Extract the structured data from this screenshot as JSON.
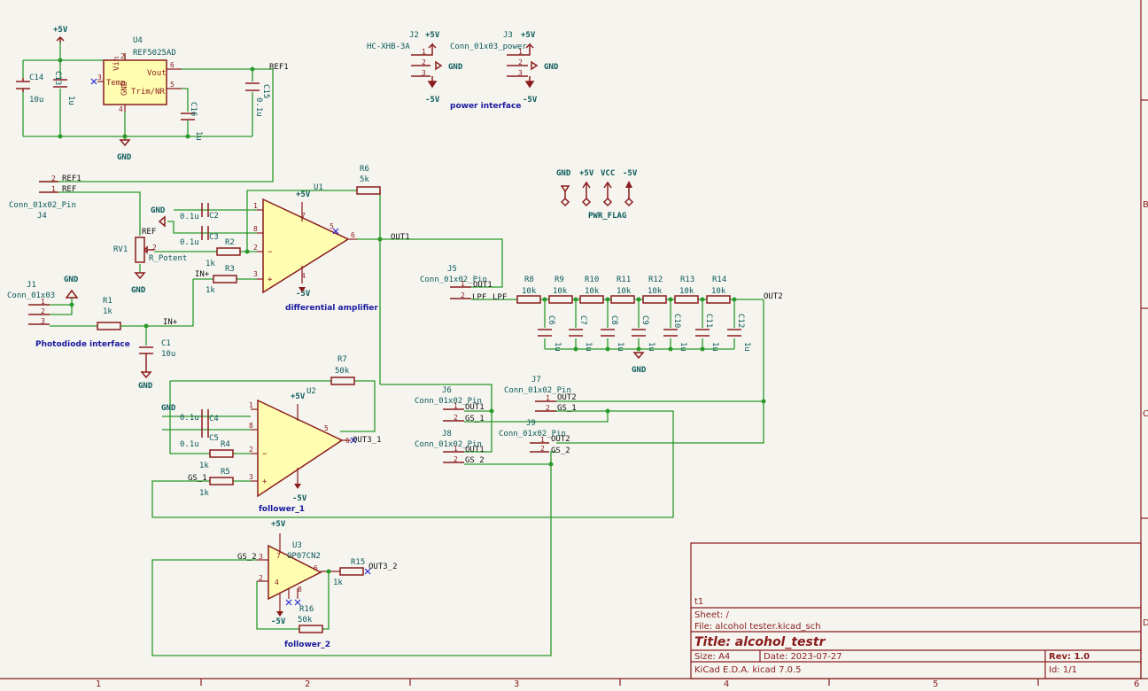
{
  "power": {
    "p5v": "+5V",
    "m5v": "-5V",
    "gnd": "GND",
    "vcc": "VCC",
    "pwr_flag": "PWR_FLAG"
  },
  "u4": {
    "ref": "U4",
    "value": "REF5025AD",
    "pin_vin": "Vin",
    "pin_vout": "Vout",
    "pin_temp": "Temp",
    "pin_trim": "Trim/NR",
    "pin_gnd": "GND",
    "n2": "2",
    "n6": "6",
    "n3": "3",
    "n5": "5",
    "n4": "4"
  },
  "caps": {
    "c14": "C14",
    "c14v": "10u",
    "c13": "C13",
    "c13v": "1u",
    "c15": "C15",
    "c15v": "0.1u",
    "c16": "C16",
    "c16v": "1u",
    "c1": "C1",
    "c1v": "10u",
    "c2": "C2",
    "c3": "C3",
    "c4": "C4",
    "c5": "C5",
    "v01": "0.1u",
    "c6": "C6",
    "c7": "C7",
    "c8": "C8",
    "c9": "C9",
    "c10": "C10",
    "c11": "C11",
    "c12": "C12",
    "v1u": "1u"
  },
  "nets": {
    "ref1": "REF1",
    "ref": "REF",
    "out1": "OUT1",
    "out2": "OUT2",
    "inp": "IN+",
    "gs1": "GS_1",
    "gs2": "GS_2",
    "lpf": "LPF",
    "out3_1": "OUT3_1",
    "out3_2": "OUT3_2"
  },
  "conn": {
    "j2": "J2",
    "j2v": "HC-XHB-3A",
    "j3": "J3",
    "j3v": "Conn_01x03_power",
    "j4": "J4",
    "j4v": "Conn_01x02_Pin",
    "j1": "J1",
    "j1v": "Conn_01x03",
    "j5": "J5",
    "j6": "J6",
    "j7": "J7",
    "j8": "J8",
    "j9": "J9",
    "j2p": "Conn_01x02_Pin",
    "n1": "1",
    "n2": "2",
    "n3": "3"
  },
  "res": {
    "r1": "R1",
    "r1v": "1k",
    "r2": "R2",
    "r3": "R3",
    "r4": "R4",
    "r5": "R5",
    "r15": "R15",
    "v1k": "1k",
    "r6": "R6",
    "r6v": "5k",
    "r7": "R7",
    "r16": "R16",
    "v50k": "50k",
    "r8": "R8",
    "r9": "R9",
    "r10": "R10",
    "r11": "R11",
    "r12": "R12",
    "r13": "R13",
    "r14": "R14",
    "v10k": "10k",
    "rv1": "RV1",
    "rv1v": "R_Potent"
  },
  "opamps": {
    "u1": "U1",
    "u1lbl": "differential amplifier",
    "u2": "U2",
    "u2lbl": "follower_1",
    "u3": "U3",
    "u3v": "OP07CN2",
    "u3lbl": "follower_2",
    "n1": "1",
    "n2": "2",
    "n3": "3",
    "n5": "5",
    "n6": "6",
    "n8": "8",
    "n4": "4",
    "n7": "7"
  },
  "labels": {
    "power_interface": "power interface",
    "photodiode": "Photodiode interface"
  },
  "title_block": {
    "t1": "t1",
    "sheet": "Sheet: /",
    "file": "File: alcohol tester.kicad_sch",
    "title": "Title: alcohol_testr",
    "size": "Size: A4",
    "date": "Date: 2023-07-27",
    "rev": "Rev: 1.0",
    "kicad": "KiCad E.D.A.  kicad 7.0.5",
    "id": "Id: 1/1"
  },
  "frame": {
    "cols": [
      "1",
      "2",
      "3",
      "4",
      "5",
      "6"
    ],
    "rows": [
      "B",
      "C",
      "D"
    ]
  }
}
